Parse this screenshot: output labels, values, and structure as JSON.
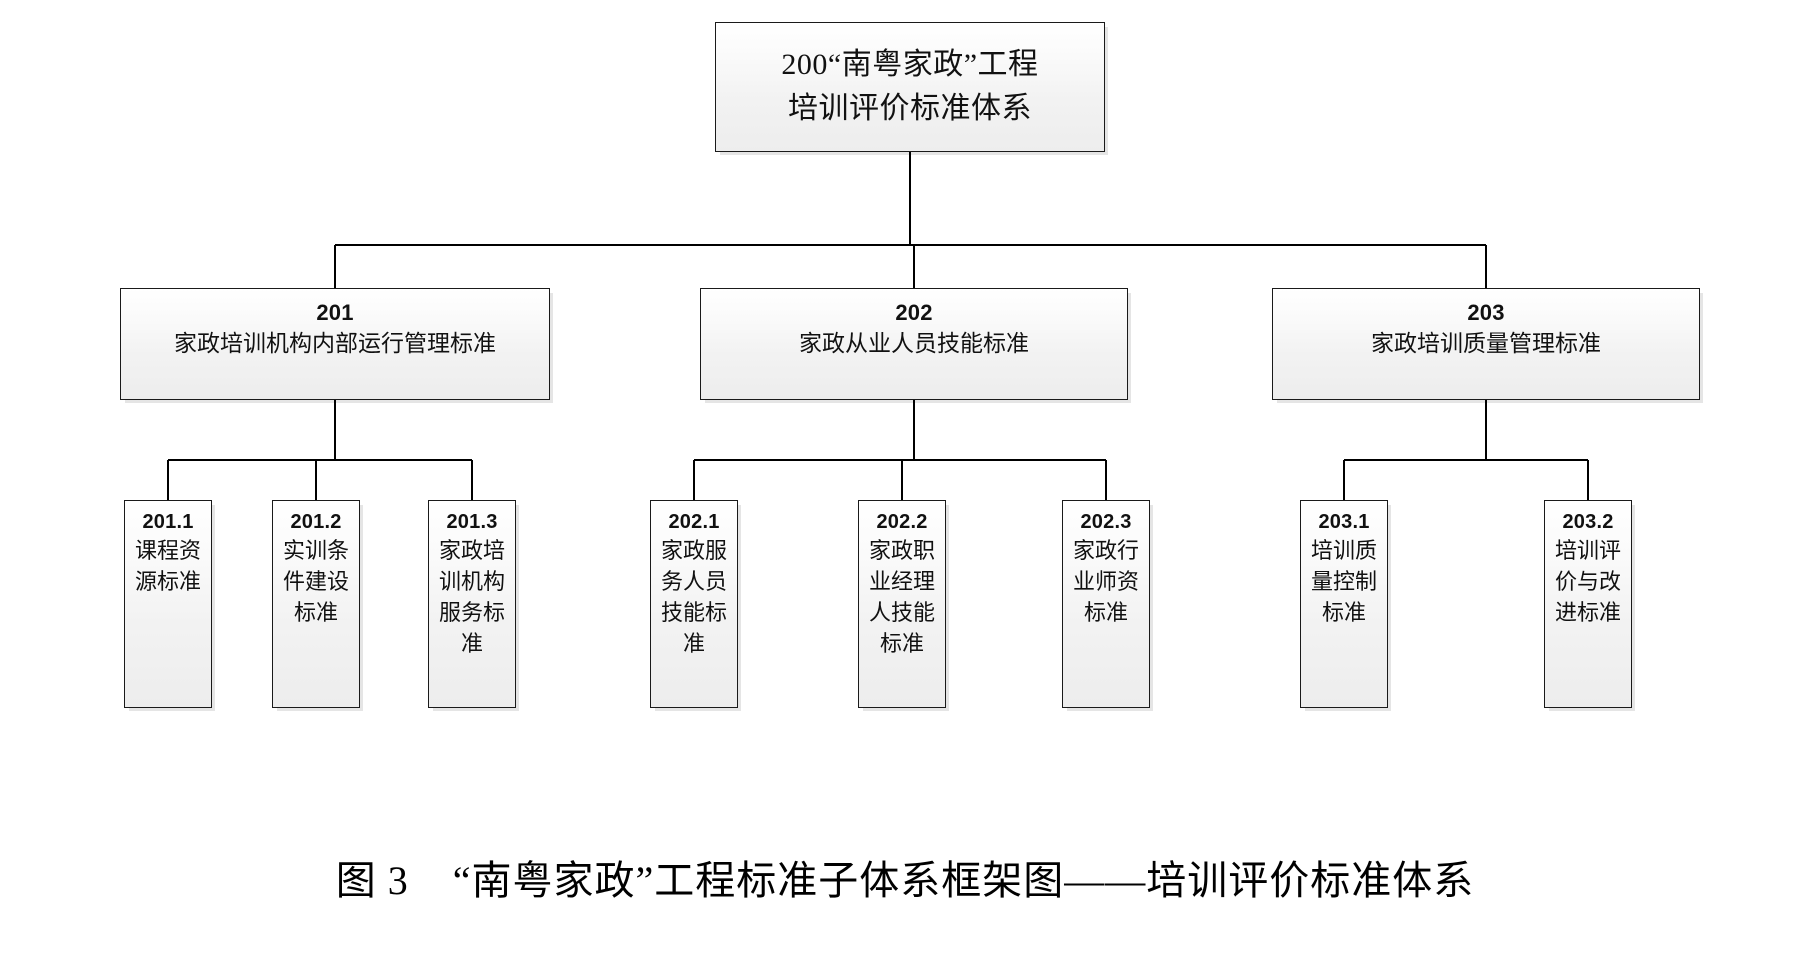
{
  "figure": {
    "caption": "图 3    “南粤家政”工程标准子体系框架图——培训评价标准体系",
    "background_color": "#ffffff",
    "box_border_color": "#1a1a1a",
    "box_fill_color": "#f2f2f2",
    "connector_color": "#000000"
  },
  "diagram": {
    "type": "tree-org-chart",
    "root": {
      "number": "200",
      "title": "“南粤家政”工程培训评价标准体系",
      "label_line1": "200“南粤家政”工程",
      "label_line2": "培训评价标准体系"
    },
    "level2": [
      {
        "number": "201",
        "title": "家政培训机构内部运行管理标准"
      },
      {
        "number": "202",
        "title": "家政从业人员技能标准"
      },
      {
        "number": "203",
        "title": "家政培训质量管理标准"
      }
    ],
    "leaves": [
      {
        "number": "201.1",
        "title": "课程资源标准",
        "parent": "201"
      },
      {
        "number": "201.2",
        "title": "实训条件建设标准",
        "parent": "201"
      },
      {
        "number": "201.3",
        "title": "家政培训机构服务标准",
        "parent": "201"
      },
      {
        "number": "202.1",
        "title": "家政服务人员技能标准",
        "parent": "202"
      },
      {
        "number": "202.2",
        "title": "家政职业经理人技能标准",
        "parent": "202"
      },
      {
        "number": "202.3",
        "title": "家政行业师资标准",
        "parent": "202"
      },
      {
        "number": "203.1",
        "title": "培训质量控制标准",
        "parent": "203"
      },
      {
        "number": "203.2",
        "title": "培训评价与改进标准",
        "parent": "203"
      }
    ]
  }
}
